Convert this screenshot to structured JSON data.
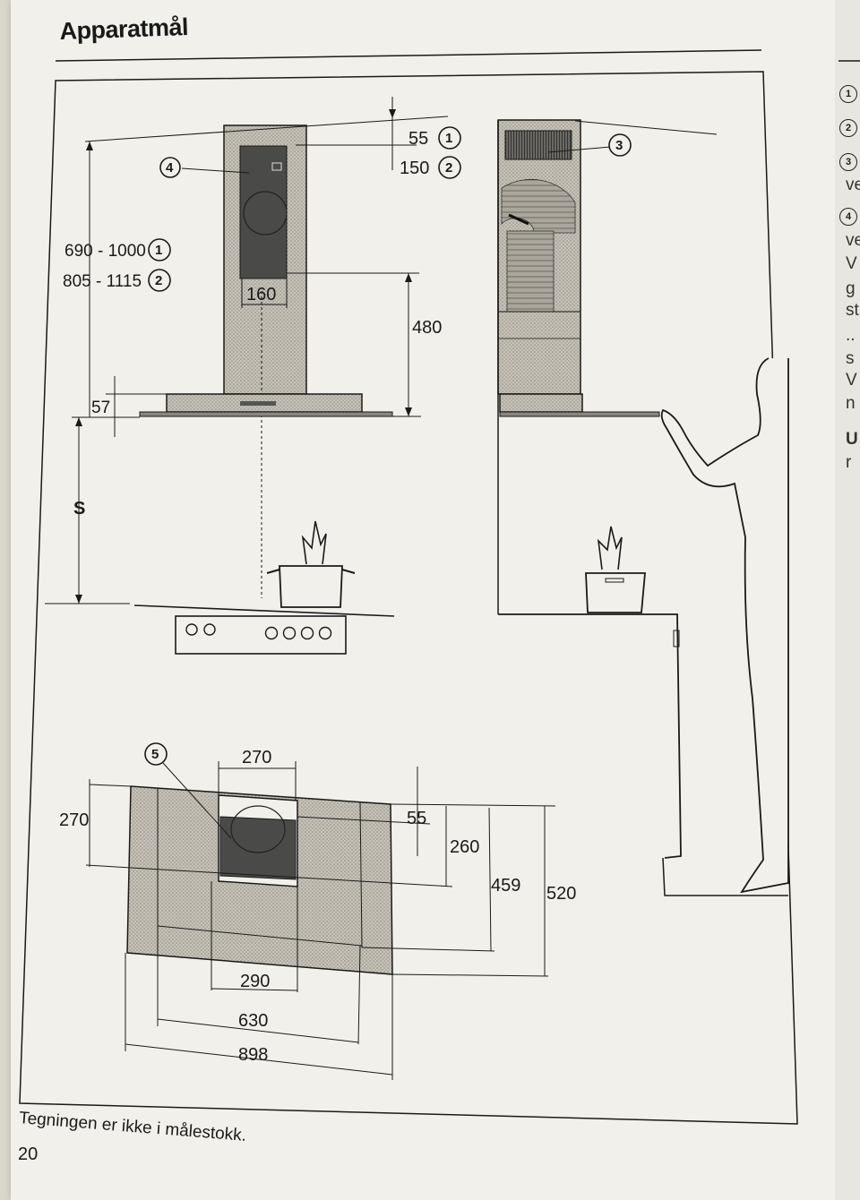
{
  "page": {
    "title": "Apparatmål",
    "footer_note": "Tegningen er ikke i målestokk.",
    "page_number": "20"
  },
  "callouts": [
    "1",
    "2",
    "3",
    "4",
    "5"
  ],
  "front_view": {
    "dim_top_1": "55",
    "dim_top_2": "150",
    "height_range_1": "690 - 1000",
    "height_range_2": "805 - 1115",
    "chimney_width": "160",
    "canopy_height": "480",
    "canopy_edge": "57",
    "clearance_label": "S"
  },
  "plan_view": {
    "top_left_depth": "270",
    "top_width": "270",
    "offset": "55",
    "depth_260": "260",
    "depth_459": "459",
    "depth_520": "520",
    "width_290": "290",
    "width_630": "630",
    "width_898": "898"
  },
  "side_column": {
    "numbers": [
      "1",
      "2",
      "3",
      "4"
    ],
    "fragments": [
      "ve",
      "ve",
      "V",
      "g",
      "st",
      "..",
      "s",
      "V",
      "n",
      "U",
      "r"
    ]
  },
  "colors": {
    "paper": "#f2f0ea",
    "hatch": "#b8b4aa",
    "dark_panel": "#4a4a48",
    "line": "#1a1a1a"
  }
}
